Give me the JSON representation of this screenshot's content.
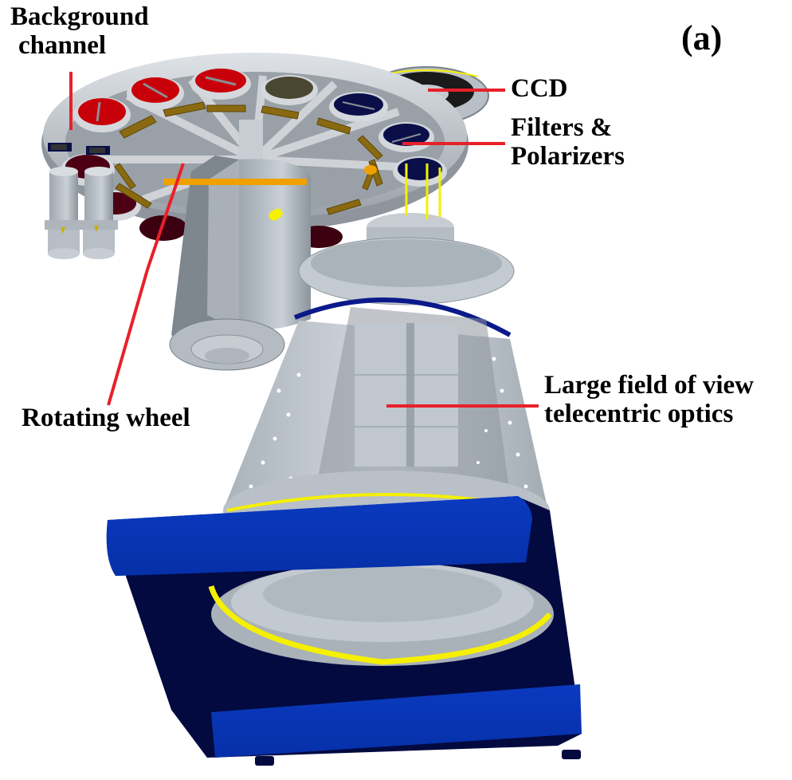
{
  "figure": {
    "panel_label": "(a)",
    "subject": "Instrument CAD model: filter/polarizer wheel with telecentric optics",
    "labels": {
      "background_channel": [
        "Background",
        "channel"
      ],
      "ccd": "CCD",
      "filters_polarizers": [
        "Filters &",
        "Polarizers"
      ],
      "rotating_wheel": "Rotating wheel",
      "telecentric_optics": [
        "Large field of view",
        "telecentric optics"
      ]
    },
    "colors": {
      "leader_line": "#e8202a",
      "wheel_metal": "#b9bec4",
      "wheel_shadow": "#8e959c",
      "filter_red": "#c8000a",
      "filter_olive": "#4a4630",
      "filter_navy": "#0a0f4a",
      "filter_maroon": "#4d0014",
      "bracket_bronze": "#8a6a10",
      "accent_orange": "#f0a000",
      "accent_yellow": "#f4f000",
      "housing_light": "#c5ccd3",
      "housing_mid": "#a6aeb6",
      "housing_dark": "#6e767e",
      "base_blue": "#0632b0",
      "base_dark": "#020a40",
      "ccd_blue": "#2a4ee0"
    },
    "components": [
      "rotating-wheel",
      "filter-slots",
      "background-channel",
      "ccd-camera",
      "motor-housing",
      "telecentric-optics-barrel",
      "mounting-base"
    ]
  }
}
